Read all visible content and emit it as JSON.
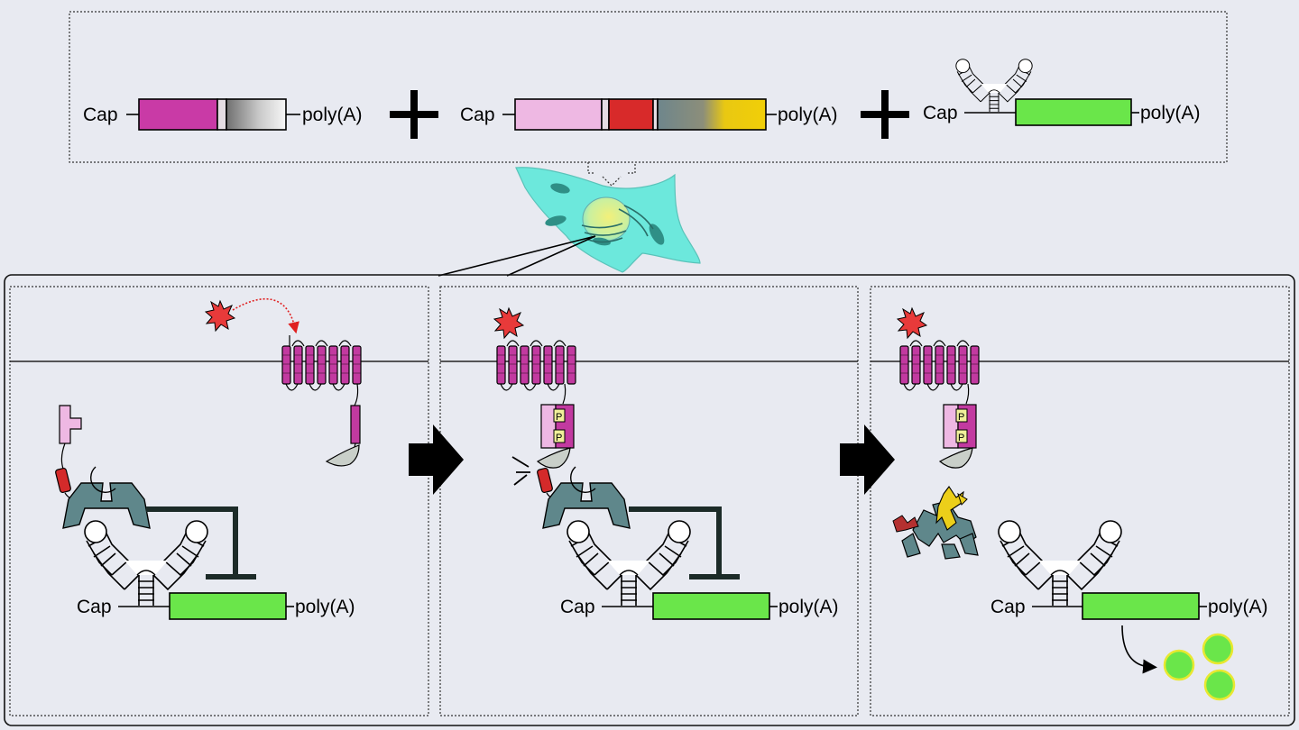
{
  "constructs": {
    "cap_label": "Cap",
    "polyA_label": "poly(A)",
    "plus_sign": "+"
  },
  "panels": [
    {
      "cap_label": "Cap",
      "polyA_label": "poly(A)",
      "state": "ligand-unbound, translation repressed"
    },
    {
      "cap_label": "Cap",
      "polyA_label": "poly(A)",
      "state": "ligand-bound, receptor phosphorylated, protease released"
    },
    {
      "cap_label": "Cap",
      "polyA_label": "poly(A)",
      "state": "RNA-binding protein degraded, translation on"
    }
  ],
  "phospho_label": "P",
  "colors": {
    "background": "#e8eaf1",
    "receptor": "#c23aa0",
    "receptor_light": "#f0b8e0",
    "reporter": "#6ae64a",
    "repressor": "#5a8589",
    "crescent": "#eccf1a",
    "ligand": "#e83030",
    "tev_red": "#d42a2a",
    "gate_yellow": "#eccf1a"
  }
}
